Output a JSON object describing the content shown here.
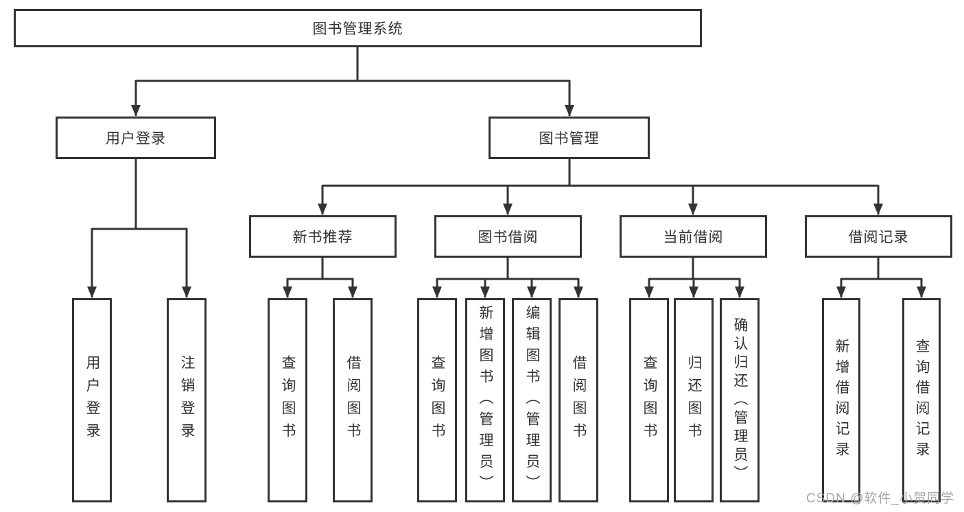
{
  "diagram": {
    "title": "图书管理系统",
    "level2": [
      {
        "label": "用户登录"
      },
      {
        "label": "图书管理"
      }
    ],
    "level3": [
      {
        "label": "新书推荐"
      },
      {
        "label": "图书借阅"
      },
      {
        "label": "当前借阅"
      },
      {
        "label": "借阅记录"
      }
    ],
    "leaves": {
      "login": [
        "用户登录",
        "注销登录"
      ],
      "recommend": [
        "查询图书",
        "借阅图书"
      ],
      "borrow": [
        "查询图书",
        "新增图书（管理员）",
        "编辑图书（管理员）",
        "借阅图书"
      ],
      "current": [
        "查询图书",
        "归还图书",
        "确认归还（管理员）"
      ],
      "records": [
        "新增借阅记录",
        "查询借阅记录"
      ]
    }
  },
  "watermark": "CSDN @软件_小贺同学",
  "colors": {
    "line": "#333333",
    "box_border": "#333333",
    "box_fill": "#ffffff",
    "text": "#333333",
    "watermark": "#a6a6a6",
    "background": "#ffffff"
  }
}
